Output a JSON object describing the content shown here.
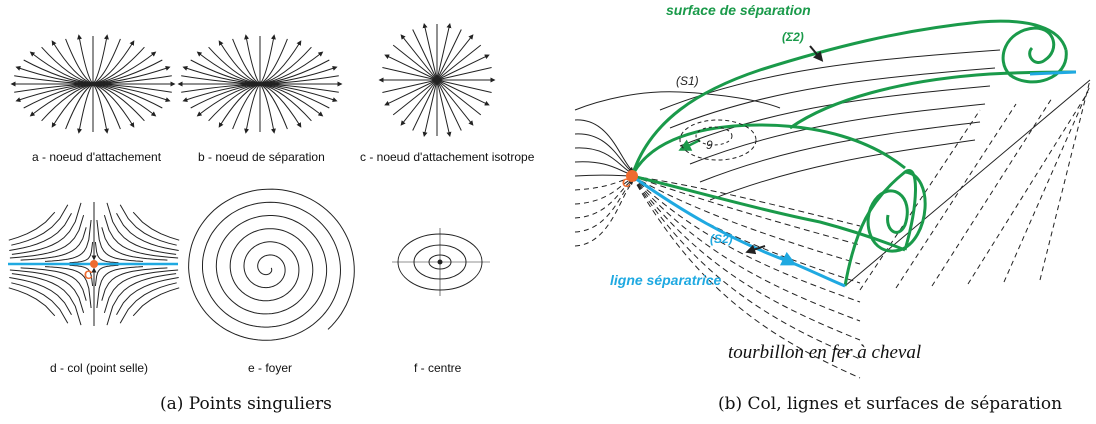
{
  "panel_a": {
    "labels": {
      "a": "a - noeud d'attachement",
      "b": "b - noeud de séparation",
      "c": "c - noeud d'attachement isotrope",
      "d": "d - col (point selle)",
      "e": "e - foyer",
      "f": "f - centre"
    },
    "col_point_label": "C",
    "caption": "(a) Points singuliers"
  },
  "panel_b": {
    "surface_label": "surface de séparation",
    "sigma2_label": "(Σ2)",
    "s1_label": "(S1)",
    "focus_label": "9",
    "col_label": "C",
    "s2_label": "(S2)",
    "ligne_label": "ligne séparatrice",
    "subtitle": "tourbillon en fer à cheval",
    "caption": "(b) Col, lignes et surfaces de séparation"
  },
  "colors": {
    "green": "#1a9a4a",
    "blue": "#1fa9e1",
    "orange": "#ee6b2f",
    "line": "#222222"
  }
}
